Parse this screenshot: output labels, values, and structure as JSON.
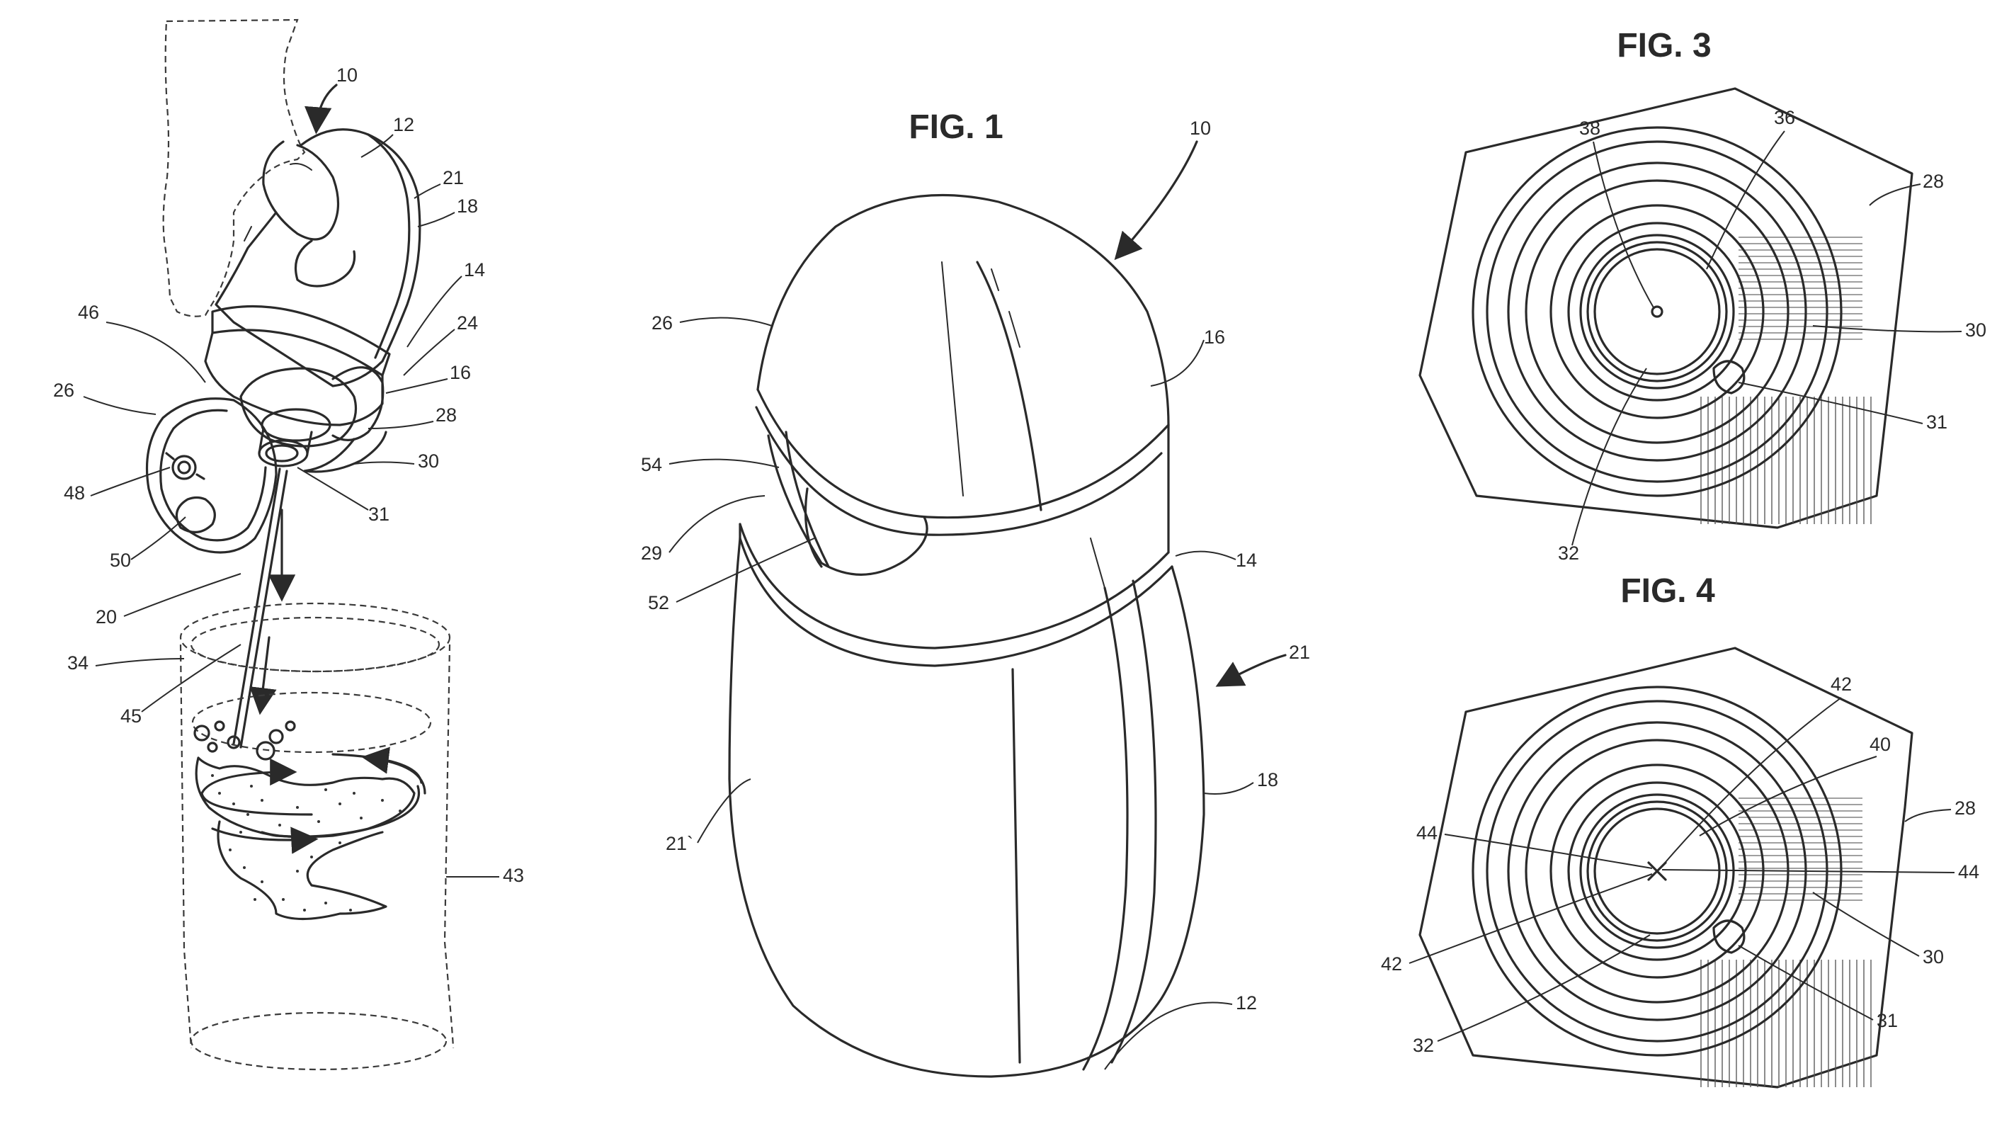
{
  "figures": {
    "fig1_title": "FIG. 1",
    "fig3_title": "FIG. 3",
    "fig4_title": "FIG. 4"
  },
  "labels": {
    "fig2": [
      "10",
      "12",
      "21",
      "18",
      "14",
      "24",
      "16",
      "28",
      "30",
      "31",
      "46",
      "26",
      "48",
      "50",
      "20",
      "34",
      "45",
      "43"
    ],
    "fig1": [
      "10",
      "26",
      "16",
      "54",
      "29",
      "52",
      "14",
      "21",
      "18",
      "21`",
      "12"
    ],
    "fig3": [
      "38",
      "36",
      "28",
      "30",
      "31",
      "32"
    ],
    "fig4": [
      "42",
      "40",
      "28",
      "44",
      "44",
      "42",
      "30",
      "31",
      "32"
    ]
  }
}
